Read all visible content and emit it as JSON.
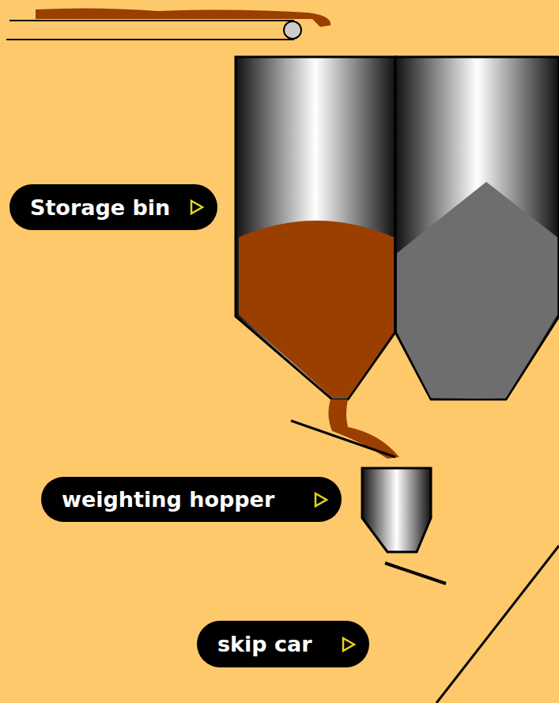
{
  "diagram": {
    "nodes": [
      {
        "text": [
          "Storage bin"
        ]
      },
      {
        "text": [
          "weighting hopper"
        ]
      },
      {
        "text": [
          "skip car"
        ]
      }
    ]
  }
}
